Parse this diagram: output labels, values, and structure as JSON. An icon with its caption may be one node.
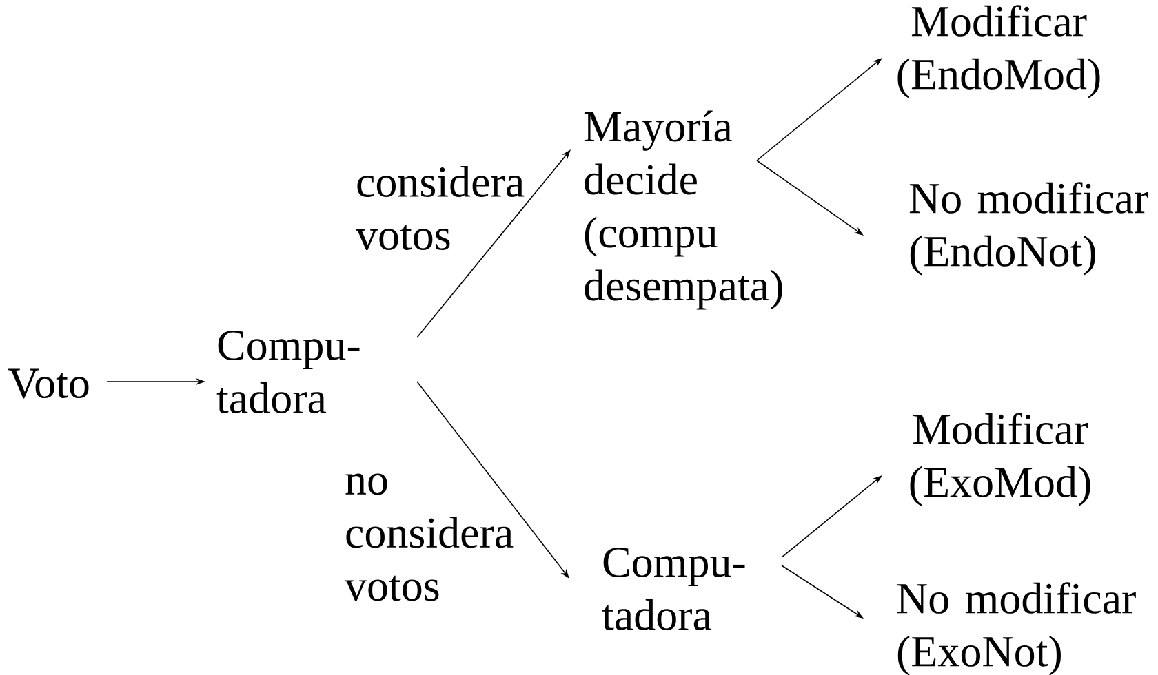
{
  "diagram": {
    "nodes": [
      {
        "text": [
          "Voto"
        ]
      },
      {
        "text": [
          "Compu- tadora"
        ]
      },
      {
        "text": [
          "Mayoría decide (compu desempata)"
        ]
      },
      {
        "text": [
          "Compu- tadora"
        ]
      },
      {
        "text": [
          "Modificar (EndoMod)"
        ]
      },
      {
        "text": [
          "No modificar (EndoNot)"
        ]
      },
      {
        "text": [
          "Modificar (ExoMod)"
        ]
      },
      {
        "text": [
          "No modificar (ExoNot)"
        ]
      }
    ],
    "edges": [
      {
        "from": 0,
        "to": 1,
        "arrow": "to"
      },
      {
        "from": 1,
        "to": 2,
        "arrow": "to",
        "label": "considera votos"
      },
      {
        "from": 1,
        "to": 3,
        "arrow": "to",
        "label": "no considera votos"
      },
      {
        "from": 2,
        "to": 4,
        "arrow": "to"
      },
      {
        "from": 2,
        "to": 5,
        "arrow": "to"
      },
      {
        "from": 3,
        "to": 6,
        "arrow": "to"
      },
      {
        "from": 3,
        "to": 7,
        "arrow": "to"
      }
    ]
  }
}
